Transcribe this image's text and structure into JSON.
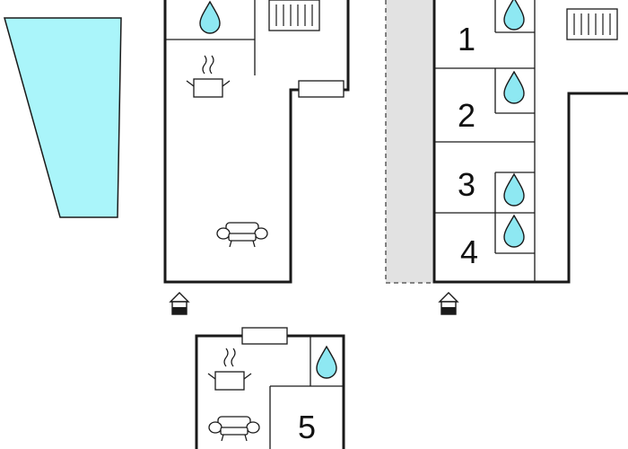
{
  "plan": {
    "colors": {
      "wall": "#1a1a1a",
      "pool": "#aaf5fa",
      "drop": "#8ee8f2",
      "walkway": "#e2e2e2"
    },
    "icons": [
      "water-drop-icon",
      "radiator-icon",
      "cooking-pot-icon",
      "sofa-icon",
      "entrance-icon"
    ],
    "rooms": [
      {
        "label": "1"
      },
      {
        "label": "2"
      },
      {
        "label": "3"
      },
      {
        "label": "4"
      },
      {
        "label": "5"
      }
    ]
  }
}
